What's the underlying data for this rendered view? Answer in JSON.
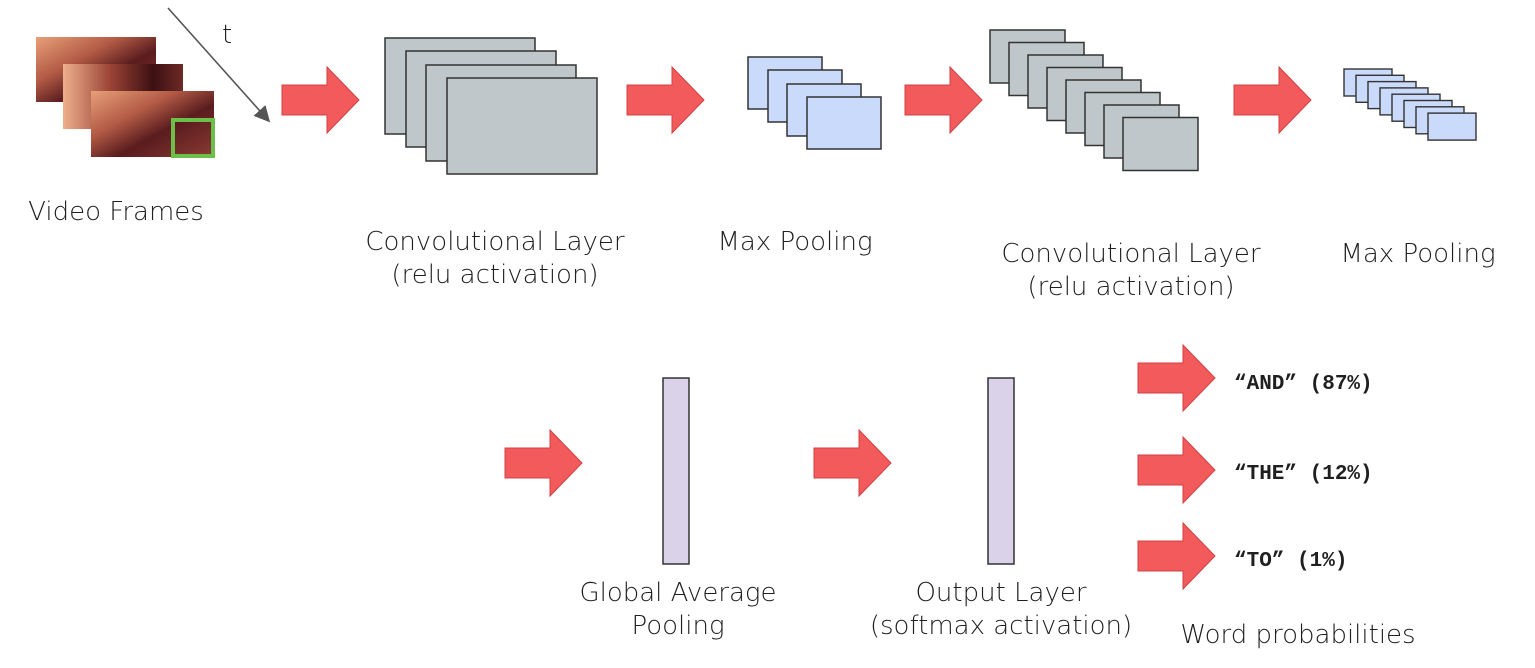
{
  "time_axis_label": "t",
  "video_frames": {
    "label": "Video Frames"
  },
  "conv1": {
    "line1": "Convolutional Layer",
    "line2": "(relu activation)"
  },
  "pool1": {
    "label": "Max Pooling"
  },
  "conv2": {
    "line1": "Convolutional Layer",
    "line2": "(relu activation)"
  },
  "pool2": {
    "label": "Max Pooling"
  },
  "gap": {
    "line1": "Global Average",
    "line2": "Pooling"
  },
  "output_layer": {
    "line1": "Output Layer",
    "line2": "(softmax activation)"
  },
  "outputs": [
    {
      "word": "“AND”",
      "probability": "(87%)"
    },
    {
      "word": "“THE”",
      "probability": "(12%)"
    },
    {
      "word": "“TO”",
      "probability": "(1%)"
    }
  ],
  "word_probabilities_label": "Word probabilities",
  "colors": {
    "arrow": "#f25a5c",
    "arrow_stroke": "#d24143",
    "conv_fill": "#bfc7ca",
    "pool_fill": "#c9dafa",
    "dense_fill": "#d9d2e9",
    "highlight": "#6cc04a"
  }
}
